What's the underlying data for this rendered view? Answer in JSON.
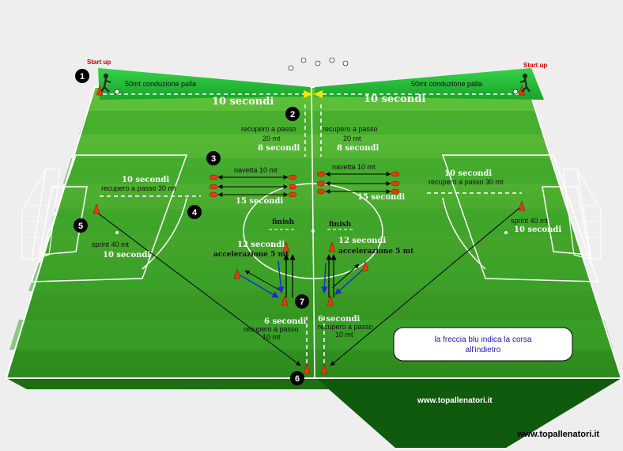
{
  "diagram": {
    "site_bottom_right": "www.topallenatori.it",
    "site_center": "www.topallenatori.it",
    "start_left": "Start up",
    "start_right": "Start up",
    "step1": "50mt conduzione palla",
    "step1_r": "50mt conduzione palla",
    "time10_l": "10 secondi",
    "time10_r": "10 secondi",
    "rec20_l1": "recupero a passo",
    "rec20_l2": "20 mt",
    "rec20_l3": "8 secondi",
    "rec20_r1": "recupero a passo",
    "rec20_r2": "20 mt",
    "rec20_r3": "8 secondi",
    "navetta_l": "navetta 10 mt",
    "navetta_r": "navetta 10 mt",
    "t15_l": "15 secondi",
    "t15_r": "15 secondi",
    "rec30_l1": "10 secondi",
    "rec30_l2": "recupero a passo 30 mt",
    "rec30_r1": "10 secondi",
    "rec30_r2": "recupero a passo 30 mt",
    "sprint_l1": "sprint 40 mt",
    "sprint_l2": "10 secondi",
    "sprint_r1": "sprint 40 mt",
    "sprint_r2": "10 secondi",
    "finish_l": "finish",
    "finish_r": "finish",
    "t12_l": "12 secondi",
    "t12_r": "12 secondi",
    "acc_l": "accelerazione 5 mt",
    "acc_r": "accelerazione 5 mt",
    "t6_l1": "6 secondi",
    "t6_l2": "recupero a passo",
    "t6_l3": "10 mt",
    "t6_r1": "6 secondi",
    "t6_r2": "recupero a passo",
    "t6_r3": "10 mt",
    "note1": "la freccia blu indica la corsa",
    "note2": "all'indietro",
    "n1": "1",
    "n2": "2",
    "n3": "3",
    "n4": "4",
    "n5": "5",
    "n6": "6",
    "n7": "7"
  }
}
